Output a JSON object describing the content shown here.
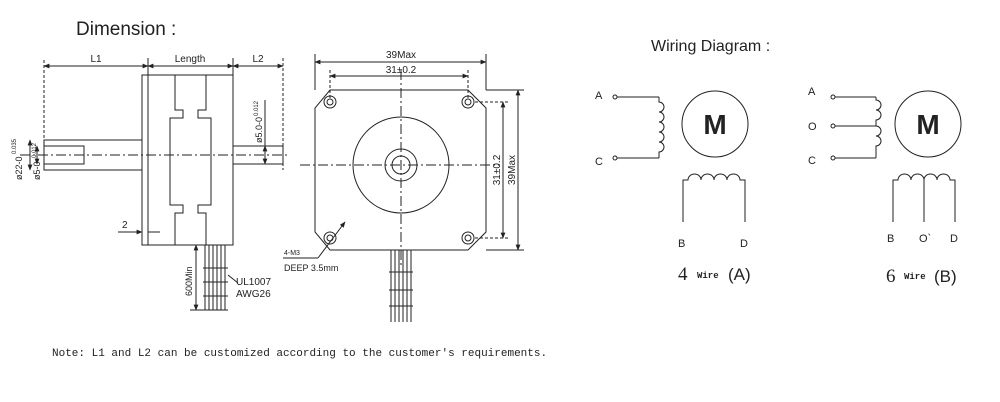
{
  "dimension": {
    "title": "Dimension :",
    "side_view": {
      "l1": "L1",
      "length": "Length",
      "l2": "L2",
      "shaft_dia_a": "ø22-0",
      "shaft_dia_a_tol": "0.035",
      "shaft_dia_b": "ø5-0",
      "shaft_dia_b_tol": "0.012",
      "shaft_dia_c": "ø5.0-0",
      "shaft_dia_c_tol": "0.012",
      "step": "2",
      "lead_length": "600Min",
      "wire_type": "UL1007",
      "wire_gauge": "AWG26"
    },
    "front_view": {
      "overall": "39Max",
      "hole_spacing_h": "31±0.2",
      "hole_spacing_v": "31±0.2",
      "overall_v": "39Max",
      "hole_label": "4-M3",
      "hole_depth": "DEEP 3.5mm"
    }
  },
  "wiring": {
    "title": "Wiring Diagram :",
    "motor_symbol": "M",
    "four_wire": {
      "labels": {
        "a": "A",
        "c": "C",
        "b": "B",
        "d": "D"
      },
      "caption_num": "4",
      "caption_word": "Wire",
      "caption_tag": "(A)"
    },
    "six_wire": {
      "labels": {
        "a": "A",
        "o": "O",
        "c": "C",
        "b": "B",
        "o2": "O`",
        "d": "D"
      },
      "caption_num": "6",
      "caption_word": "Wire",
      "caption_tag": "(B)"
    }
  },
  "note": "Note: L1 and L2 can be customized according to the customer's requirements."
}
